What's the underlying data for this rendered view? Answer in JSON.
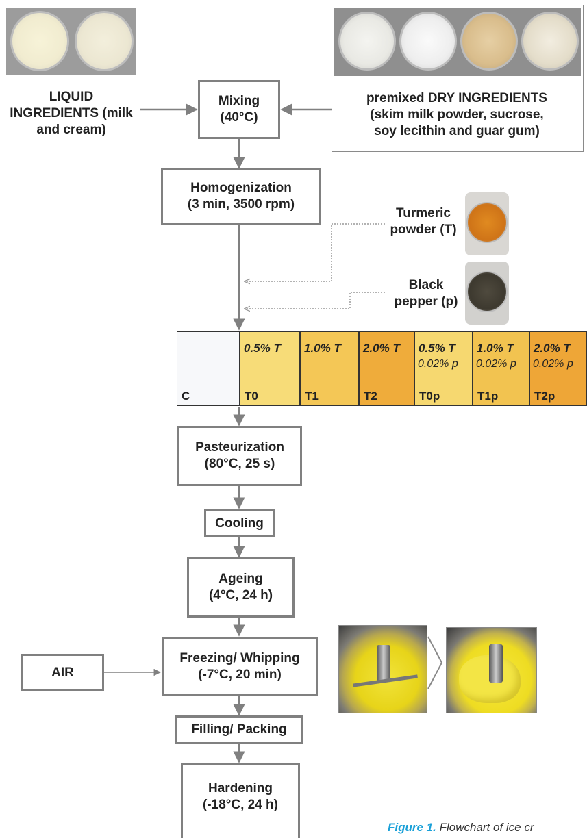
{
  "liquid_ingredients": "LIQUID INGREDIENTS (milk and cream)",
  "dry_ingredients": {
    "line1": "premixed DRY INGREDIENTS",
    "line2": "(skim milk powder, sucrose,",
    "line3": "soy lecithin and guar gum)"
  },
  "steps": {
    "mixing": [
      "Mixing",
      "(40°C)"
    ],
    "homogenization": [
      "Homogenization",
      "(3 min, 3500 rpm)"
    ],
    "pasteurization": [
      "Pasteurization",
      "(80°C, 25 s)"
    ],
    "cooling": [
      "Cooling"
    ],
    "ageing": [
      "Ageing",
      "(4°C, 24 h)"
    ],
    "freezing": [
      "Freezing/ Whipping",
      "(-7°C, 20 min)"
    ],
    "filling": [
      "Filling/ Packing"
    ],
    "hardening": [
      "Hardening",
      "(-18°C, 24 h)"
    ]
  },
  "air": "AIR",
  "additives": {
    "turmeric": [
      "Turmeric",
      "powder (T)"
    ],
    "pepper": [
      "Black",
      "pepper (p)"
    ]
  },
  "samples": [
    {
      "code": "C",
      "turmeric": "",
      "pepper": "",
      "color": "#f7f8fa"
    },
    {
      "code": "T0",
      "turmeric": "0.5% T",
      "pepper": "",
      "color": "#f7dc78"
    },
    {
      "code": "T1",
      "turmeric": "1.0% T",
      "pepper": "",
      "color": "#f4c756"
    },
    {
      "code": "T2",
      "turmeric": "2.0% T",
      "pepper": "",
      "color": "#efac3b"
    },
    {
      "code": "T0p",
      "turmeric": "0.5% T",
      "pepper": "0.02% p",
      "color": "#f6d870"
    },
    {
      "code": "T1p",
      "turmeric": "1.0% T",
      "pepper": "0.02% p",
      "color": "#f2c350"
    },
    {
      "code": "T2p",
      "turmeric": "2.0% T",
      "pepper": "0.02% p",
      "color": "#eea637"
    }
  ],
  "caption": {
    "label": "Figure 1.",
    "text": "Flowchart of ice cr"
  }
}
